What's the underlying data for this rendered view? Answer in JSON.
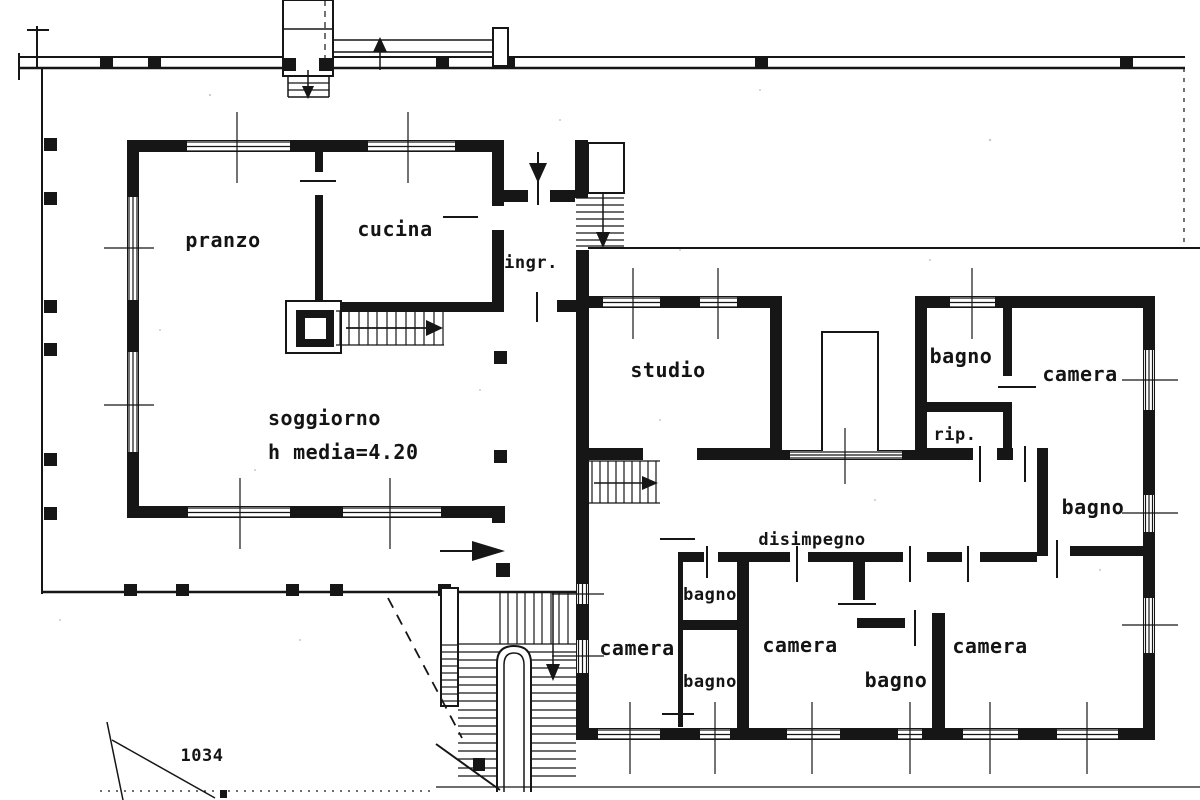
{
  "plan": {
    "title": "floor-plan",
    "ink_color": "#161616",
    "paper_color": "#ffffff",
    "parcel_number": "1034",
    "rooms": {
      "pranzo": "pranzo",
      "cucina": "cucina",
      "ingresso": "ingr.",
      "studio": "studio",
      "soggiorno": "soggiorno",
      "soggiorno_note": "h media=4.20",
      "bagno_top": "bagno",
      "camera_top": "camera",
      "ripostiglio": "rip.",
      "bagno_right": "bagno",
      "disimpegno": "disimpegno",
      "camera_bottom_left": "camera",
      "bagno_mid_upper": "bagno",
      "bagno_mid_lower": "bagno",
      "camera_bottom_middle": "camera",
      "bagno_bottom": "bagno",
      "camera_bottom_right": "camera"
    }
  }
}
